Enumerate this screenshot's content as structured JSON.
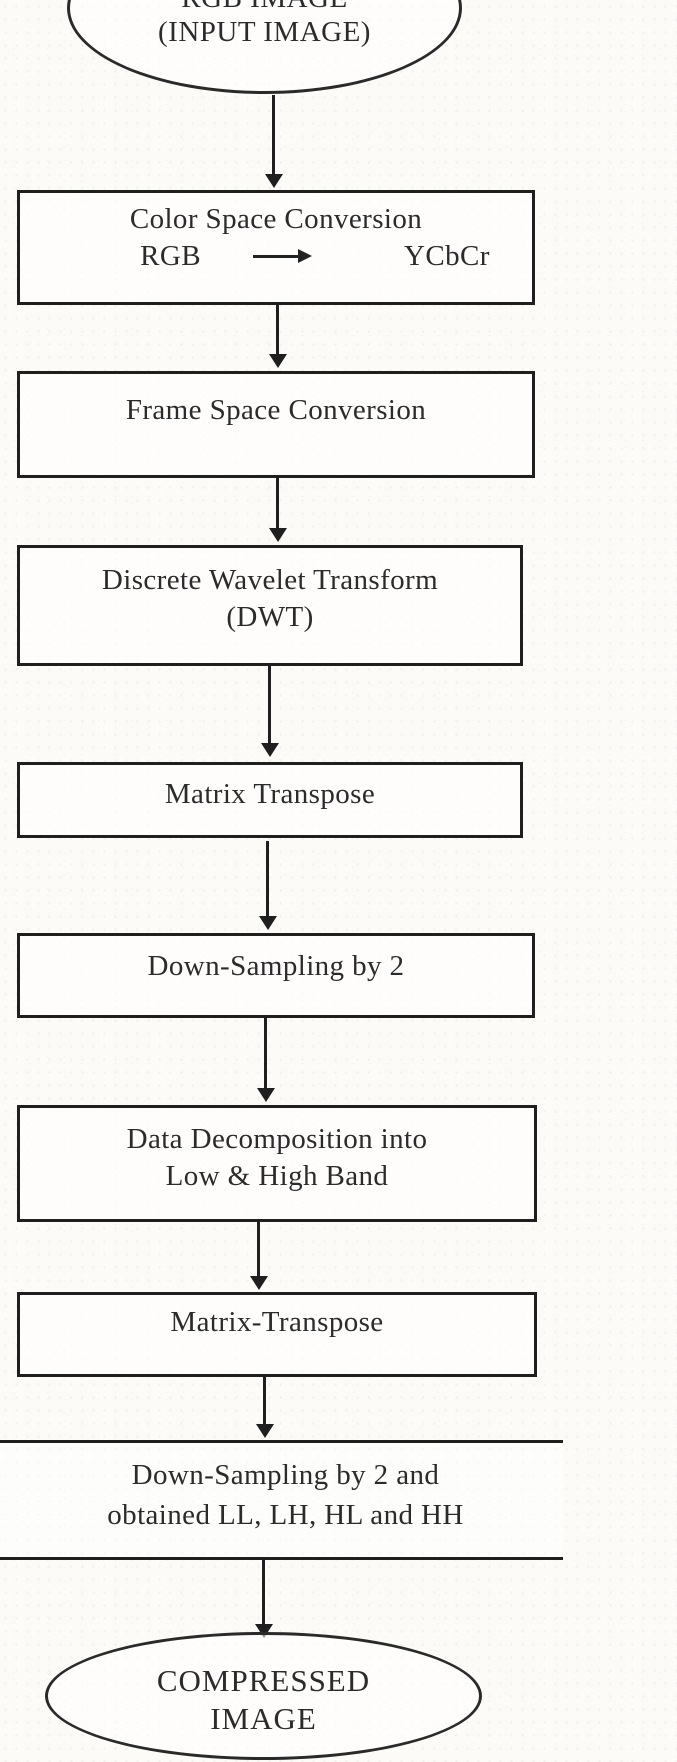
{
  "flow": {
    "input": {
      "line1": "RGB IMAGE",
      "line2": "(INPUT IMAGE)"
    },
    "steps": [
      {
        "line1": "Color Space Conversion",
        "from": "RGB",
        "to": "YCbCr"
      },
      {
        "line1": "Frame Space Conversion"
      },
      {
        "line1": "Discrete Wavelet Transform",
        "line2": "(DWT)"
      },
      {
        "line1": "Matrix Transpose"
      },
      {
        "line1": "Down-Sampling by 2"
      },
      {
        "line1": "Data Decomposition into",
        "line2": "Low & High Band"
      },
      {
        "line1": "Matrix-Transpose"
      },
      {
        "line1": "Down-Sampling by 2 and",
        "line2": "obtained LL, LH, HL and HH"
      }
    ],
    "output": {
      "line1": "COMPRESSED",
      "line2": "IMAGE"
    },
    "colors": {
      "ink": "#1f1f1f",
      "text": "#2b2b2b",
      "background": "#fcfbf8"
    }
  }
}
